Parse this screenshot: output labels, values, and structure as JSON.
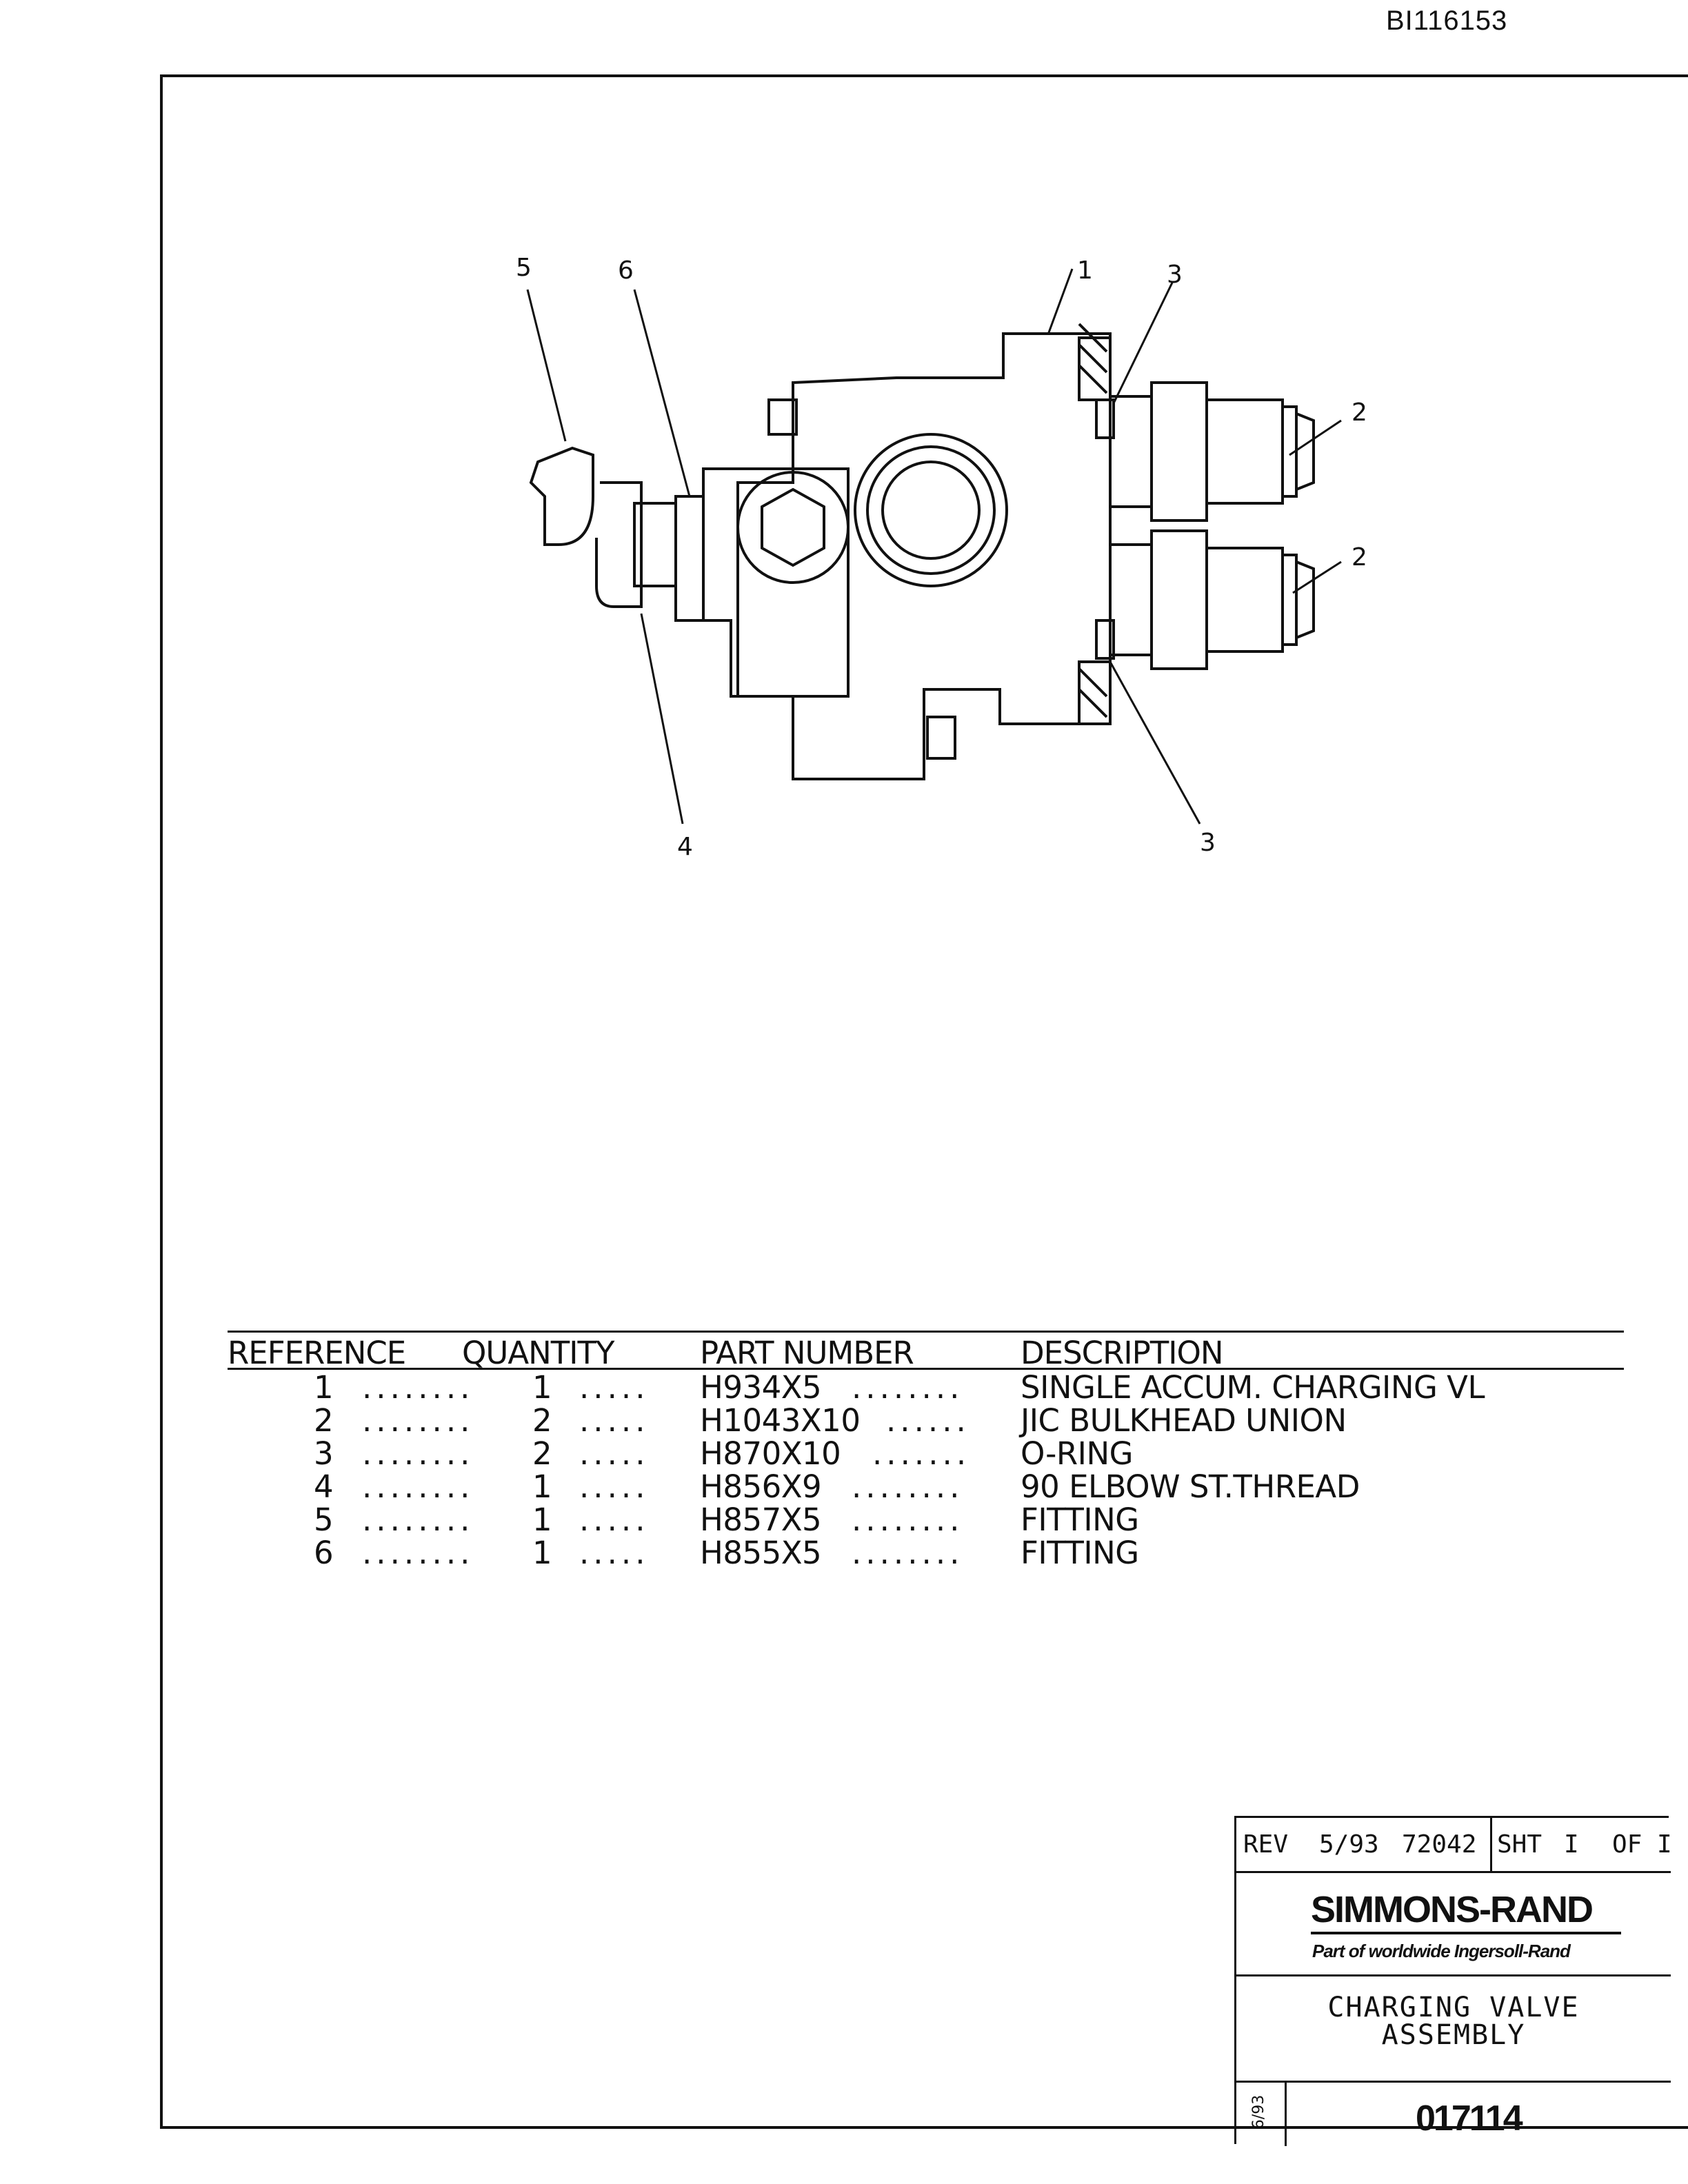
{
  "document_id": "BI116153",
  "callouts": [
    "5",
    "6",
    "1",
    "3",
    "2",
    "2",
    "4",
    "3"
  ],
  "parts_table": {
    "headers": [
      "REFERENCE",
      "QUANTITY",
      "PART NUMBER",
      "DESCRIPTION"
    ],
    "rows": [
      {
        "ref": "1",
        "qty": "1",
        "part": "H934X5",
        "desc": "SINGLE ACCUM. CHARGING VL"
      },
      {
        "ref": "2",
        "qty": "2",
        "part": "H1043X10",
        "desc": "JIC BULKHEAD UNION"
      },
      {
        "ref": "3",
        "qty": "2",
        "part": "H870X10",
        "desc": "O-RING"
      },
      {
        "ref": "4",
        "qty": "1",
        "part": "H856X9",
        "desc": "90 ELBOW ST.THREAD"
      },
      {
        "ref": "5",
        "qty": "1",
        "part": "H857X5",
        "desc": "FITTING"
      },
      {
        "ref": "6",
        "qty": "1",
        "part": "H855X5",
        "desc": "FITTING"
      }
    ]
  },
  "title_block": {
    "rev": "REV",
    "rev_date": "5/93",
    "rev_number": "72042",
    "sheet": "SHT",
    "sheet_num": "I",
    "of": "OF",
    "of_num": "I",
    "brand": "SIMMONS-RAND",
    "brand_sub": "Part of worldwide Ingersoll-Rand",
    "title_line1": "CHARGING VALVE",
    "title_line2": "ASSEMBLY",
    "date": "6/93",
    "drawing_number": "017114"
  }
}
